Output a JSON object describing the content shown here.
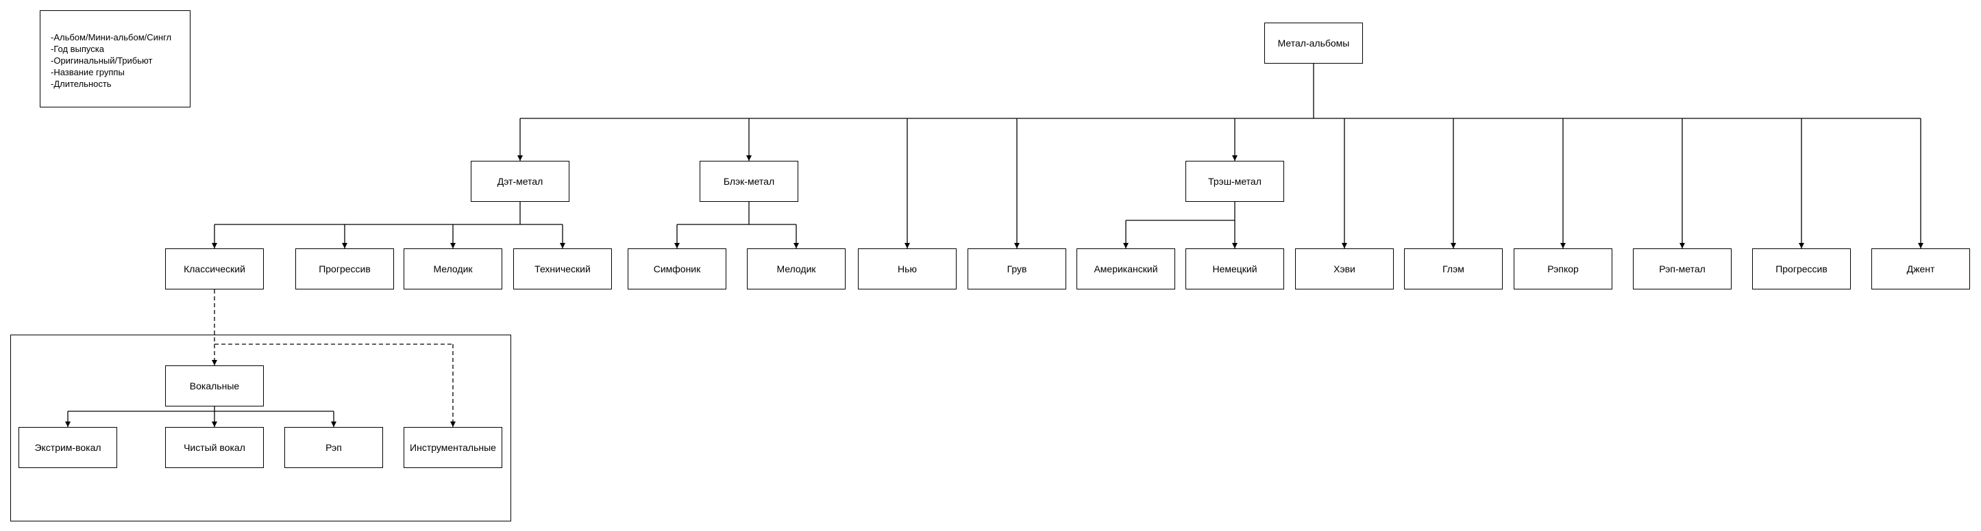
{
  "legend": {
    "lines": [
      "-Альбом/Мини-альбом/Сингл",
      "-Год выпуска",
      "-Оригинальный/Трибьют",
      "-Название группы",
      "-Длительность"
    ]
  },
  "nodes": {
    "root": "Метал-альбомы",
    "death": "Дэт-метал",
    "black": "Блэк-метал",
    "thrash": "Трэш-метал",
    "nu": "Нью",
    "groove": "Грув",
    "heavy": "Хэви",
    "glam": "Глэм",
    "rapcore": "Рэпкор",
    "rapmetal": "Рэп-метал",
    "progressive": "Прогрессив",
    "djent": "Джент",
    "death_classic": "Классический",
    "death_prog": "Прогрессив",
    "death_melodic": "Мелодик",
    "death_tech": "Технический",
    "black_symph": "Симфоник",
    "black_melodic": "Мелодик",
    "thrash_american": "Американский",
    "thrash_german": "Немецкий",
    "vocal": "Вокальные",
    "extreme_vocal": "Экстрим-вокал",
    "clean_vocal": "Чистый вокал",
    "rap": "Рэп",
    "instrumental": "Инструментальные"
  }
}
